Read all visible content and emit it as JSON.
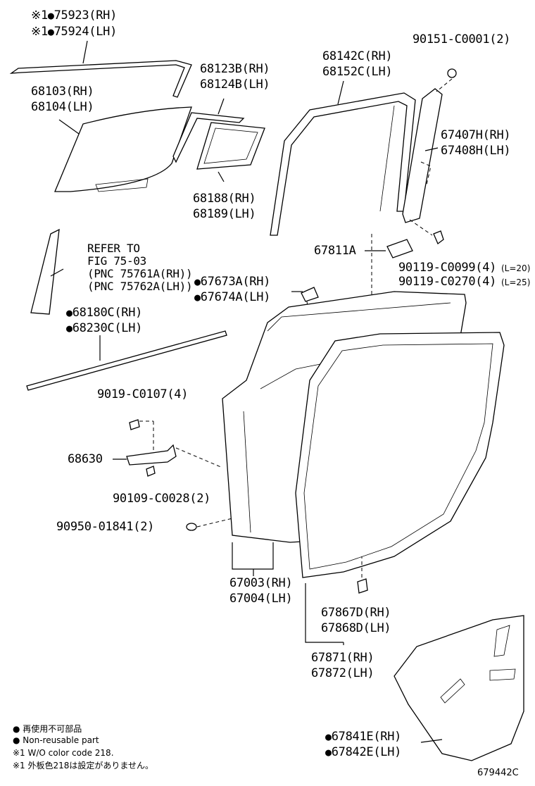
{
  "labels": {
    "l75923": "75923(RH)",
    "l75924": "75924(LH)",
    "mark1": "※1",
    "l68103": "68103(RH)",
    "l68104": "68104(LH)",
    "l68123": "68123B(RH)",
    "l68124": "68124B(LH)",
    "l68188": "68188(RH)",
    "l68189": "68189(LH)",
    "l68142": "68142C(RH)",
    "l68152": "68152C(LH)",
    "l90151": "90151-C0001(2)",
    "l67407": "67407H(RH)",
    "l67408": "67408H(LH)",
    "l67811": "67811A",
    "l90119a": "90119-C0099(4)",
    "l90119a_len": "(L=20)",
    "l90119b": "90119-C0270(4)",
    "l90119b_len": "(L=25)",
    "refer1": "REFER TO",
    "refer2": "FIG 75-03",
    "refer3": "(PNC 75761A(RH))",
    "refer4": "(PNC 75762A(LH))",
    "l67673": "67673A(RH)",
    "l67674": "67674A(LH)",
    "l68180": "68180C(RH)",
    "l68230": "68230C(LH)",
    "l9019": "9019-C0107(4)",
    "l68630": "68630",
    "l90109": "90109-C0028(2)",
    "l90950": "90950-01841(2)",
    "l67003": "67003(RH)",
    "l67004": "67004(LH)",
    "l67867": "67867D(RH)",
    "l67868": "67868D(LH)",
    "l67871": "67871(RH)",
    "l67872": "67872(LH)",
    "l67841": "67841E(RH)",
    "l67842": "67842E(LH)",
    "figure_id": "679442C"
  },
  "dot_glyph": "●",
  "legend": {
    "line1": "● 再使用不可部品",
    "line2": "● Non-reusable part",
    "line3": "※1 W/O color code 218.",
    "line4": "※1 外板色218は設定がありません。"
  }
}
